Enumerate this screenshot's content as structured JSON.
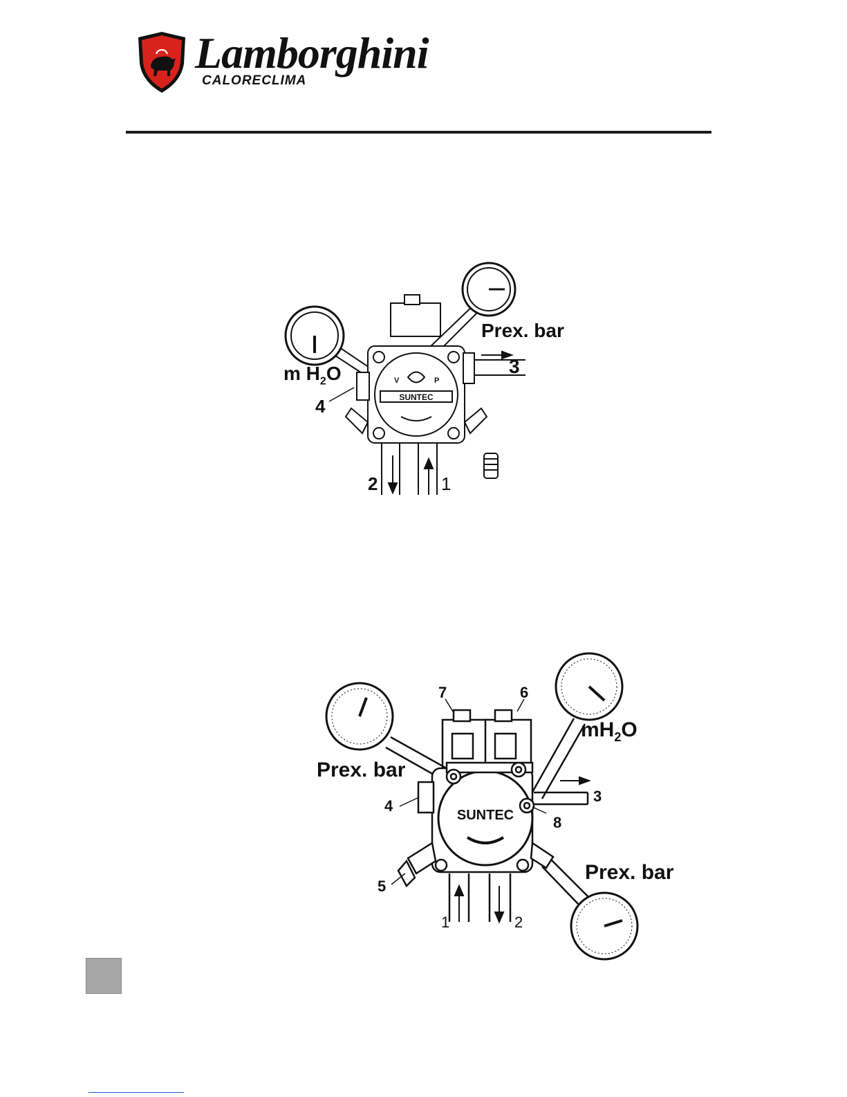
{
  "header": {
    "brand": "Lamborghini",
    "subbrand": "CALORECLIMA"
  },
  "figure1": {
    "gauge_left_label": "m H",
    "gauge_left_sub": "2",
    "gauge_left_tail": "O",
    "gauge_right_label": "Prex. bar",
    "pump_brand": "SUNTEC",
    "pump_v": "V",
    "pump_p": "P",
    "callouts": {
      "c1": "1",
      "c2": "2",
      "c3": "3",
      "c4": "4"
    }
  },
  "figure2": {
    "label_prex_left": "Prex. bar",
    "label_mh2o_a": "mH",
    "label_mh2o_sub": "2",
    "label_mh2o_b": "O",
    "label_prex_right": "Prex. bar",
    "pump_brand": "SUNTEC",
    "callouts": {
      "c1": "1",
      "c2": "2",
      "c3": "3",
      "c4": "4",
      "c5": "5",
      "c6": "6",
      "c7": "7",
      "c8": "8"
    }
  },
  "colors": {
    "logo_red": "#d7231c",
    "rule": "#1b1b1b",
    "page_box": "#a7a7a7"
  }
}
